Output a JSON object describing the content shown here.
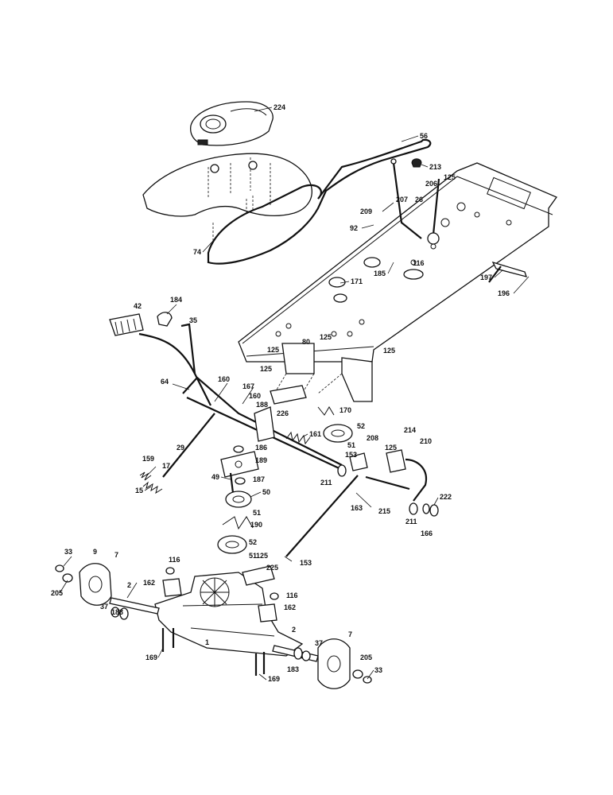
{
  "diagram": {
    "callouts": [
      {
        "id": "224",
        "text": "224"
      },
      {
        "id": "56",
        "text": "56"
      },
      {
        "id": "213",
        "text": "213"
      },
      {
        "id": "125a",
        "text": "125"
      },
      {
        "id": "207",
        "text": "207"
      },
      {
        "id": "206",
        "text": "206"
      },
      {
        "id": "26",
        "text": "26"
      },
      {
        "id": "209",
        "text": "209"
      },
      {
        "id": "92",
        "text": "92"
      },
      {
        "id": "74",
        "text": "74"
      },
      {
        "id": "116a",
        "text": "116"
      },
      {
        "id": "185",
        "text": "185"
      },
      {
        "id": "197",
        "text": "197"
      },
      {
        "id": "196",
        "text": "196"
      },
      {
        "id": "171",
        "text": "171"
      },
      {
        "id": "42",
        "text": "42"
      },
      {
        "id": "184",
        "text": "184"
      },
      {
        "id": "35",
        "text": "35"
      },
      {
        "id": "125b",
        "text": "125"
      },
      {
        "id": "80",
        "text": "80"
      },
      {
        "id": "125c",
        "text": "125"
      },
      {
        "id": "125d",
        "text": "125"
      },
      {
        "id": "125e",
        "text": "125"
      },
      {
        "id": "64",
        "text": "64"
      },
      {
        "id": "160a",
        "text": "160"
      },
      {
        "id": "167",
        "text": "167"
      },
      {
        "id": "160b",
        "text": "160"
      },
      {
        "id": "188",
        "text": "188"
      },
      {
        "id": "226",
        "text": "226"
      },
      {
        "id": "170",
        "text": "170"
      },
      {
        "id": "52a",
        "text": "52"
      },
      {
        "id": "161",
        "text": "161"
      },
      {
        "id": "51a",
        "text": "51"
      },
      {
        "id": "214",
        "text": "214"
      },
      {
        "id": "208",
        "text": "208"
      },
      {
        "id": "210",
        "text": "210"
      },
      {
        "id": "29",
        "text": "29"
      },
      {
        "id": "186",
        "text": "186"
      },
      {
        "id": "153a",
        "text": "153"
      },
      {
        "id": "125f",
        "text": "125"
      },
      {
        "id": "159",
        "text": "159"
      },
      {
        "id": "17",
        "text": "17"
      },
      {
        "id": "189",
        "text": "189"
      },
      {
        "id": "49",
        "text": "49"
      },
      {
        "id": "211a",
        "text": "211"
      },
      {
        "id": "187",
        "text": "187"
      },
      {
        "id": "15",
        "text": "15"
      },
      {
        "id": "50",
        "text": "50"
      },
      {
        "id": "222",
        "text": "222"
      },
      {
        "id": "163",
        "text": "163"
      },
      {
        "id": "215",
        "text": "215"
      },
      {
        "id": "211b",
        "text": "211"
      },
      {
        "id": "51b",
        "text": "51"
      },
      {
        "id": "190",
        "text": "190"
      },
      {
        "id": "166",
        "text": "166"
      },
      {
        "id": "52b",
        "text": "52"
      },
      {
        "id": "33a",
        "text": "33"
      },
      {
        "id": "9",
        "text": "9"
      },
      {
        "id": "7a",
        "text": "7"
      },
      {
        "id": "51c",
        "text": "51"
      },
      {
        "id": "125g",
        "text": "125"
      },
      {
        "id": "153b",
        "text": "153"
      },
      {
        "id": "116b",
        "text": "116"
      },
      {
        "id": "225",
        "text": "225"
      },
      {
        "id": "205a",
        "text": "205"
      },
      {
        "id": "162a",
        "text": "162"
      },
      {
        "id": "2a",
        "text": "2"
      },
      {
        "id": "116c",
        "text": "116"
      },
      {
        "id": "37a",
        "text": "37"
      },
      {
        "id": "183a",
        "text": "183"
      },
      {
        "id": "162b",
        "text": "162"
      },
      {
        "id": "1",
        "text": "1"
      },
      {
        "id": "2b",
        "text": "2"
      },
      {
        "id": "37b",
        "text": "37"
      },
      {
        "id": "7b",
        "text": "7"
      },
      {
        "id": "169a",
        "text": "169"
      },
      {
        "id": "205b",
        "text": "205"
      },
      {
        "id": "183b",
        "text": "183"
      },
      {
        "id": "33b",
        "text": "33"
      },
      {
        "id": "169b",
        "text": "169"
      }
    ]
  }
}
